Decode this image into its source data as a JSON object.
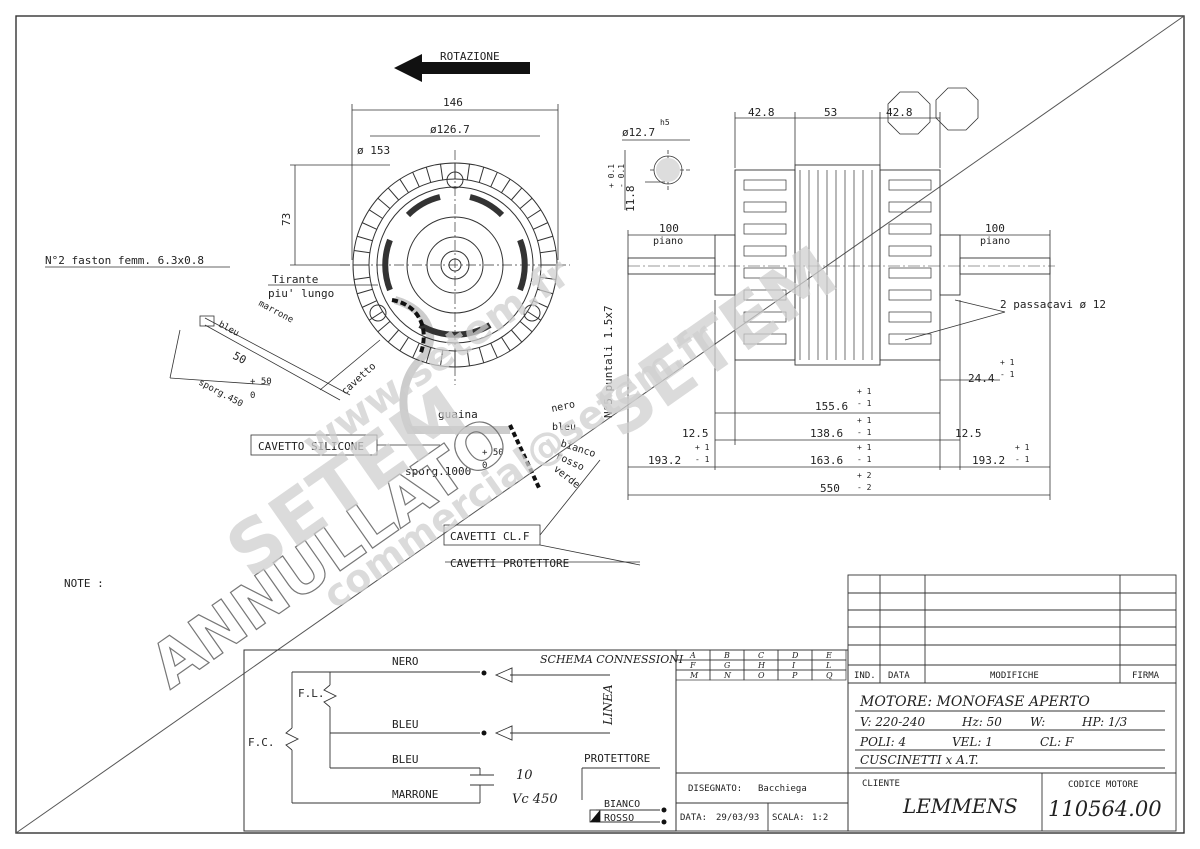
{
  "drawing": {
    "rotation_label": "ROTAZIONE",
    "dims": {
      "d146": "146",
      "d126": "ø126.7",
      "d153": "ø 153",
      "d73": "73",
      "d_shaft": "ø12.7",
      "h5": "h5",
      "tol_p01": "+ 0.1",
      "tol_m01": "- 0.1",
      "d11_8": "11.8",
      "d42a": "42.8",
      "d53": "53",
      "d42b": "42.8",
      "d100a": "100",
      "d100b": "100",
      "d155": "155.6",
      "d138": "138.6",
      "d12a": "12.5",
      "d12b": "12.5",
      "d193a": "193.2",
      "d163": "163.6",
      "d193b": "193.2",
      "d550": "550",
      "d24": "24.4",
      "d50": "50",
      "tol_p1": "+ 1",
      "tol_m1": "- 1",
      "tol_p2": "+ 2",
      "tol_m2": "- 2",
      "tol_p50": "+ 50",
      "tol_0": "0"
    },
    "labels": {
      "piano_a": "piano",
      "piano_b": "piano",
      "faston": "N°2 faston femm. 6.3x0.8",
      "tirante1": "Tirante",
      "tirante2": "piu' lungo",
      "marrone": "marrone",
      "bleu_wire": "bleu",
      "cavetto": "cavetto",
      "sporg450": "sporg.450",
      "guaina": "guaina",
      "nero": "nero",
      "bleu2": "bleu",
      "bianco": "bianco",
      "rosso": "rosso",
      "verde": "verde",
      "sporg1000": "sporg.1000",
      "punte": "N°5 puntali 1.5x7",
      "passacavi": "2 passacavi ø 12",
      "cavetto_silicone": "CAVETTO SILICONE",
      "cavetti_clf": "CAVETTI CL.F",
      "cavetti_prot": "CAVETTI PROTETTORE",
      "note": "NOTE :"
    }
  },
  "schema": {
    "title": "SCHEMA CONNESSIONI",
    "linea": "LINEA",
    "nero": "NERO",
    "bleu1": "BLEU",
    "bleu2": "BLEU",
    "marrone": "MARRONE",
    "fl": "F.L.",
    "fc": "F.C.",
    "cap_value": "10",
    "cap_volt": "Vc 450",
    "protettore": "PROTETTORE",
    "bianco": "BIANCO",
    "rosso": "ROSSO"
  },
  "grid_letters": [
    [
      "A",
      "B",
      "C",
      "D",
      "E"
    ],
    [
      "F",
      "G",
      "H",
      "I",
      "L"
    ],
    [
      "M",
      "N",
      "O",
      "P",
      "Q"
    ]
  ],
  "title_block": {
    "ind": "IND.",
    "data": "DATA",
    "modifiche": "MODIFICHE",
    "firma": "FIRMA",
    "motore": "MOTORE: MONOFASE APERTO",
    "v": "V: 220-240",
    "hz": "Hz: 50",
    "w": "W:",
    "hp": "HP: 1/3",
    "poli": "POLI: 4",
    "vel": "VEL: 1",
    "cl": "CL: F",
    "cuscinetti": "CUSCINETTI x A.T.",
    "cliente_label": "CLIENTE",
    "cliente": "LEMMENS",
    "codice_label": "CODICE MOTORE",
    "codice": "110564.00",
    "disegnato_label": "DISEGNATO:",
    "disegnato": "Bacchiega",
    "data_label": "DATA:",
    "data_value": "29/03/93",
    "scala_label": "SCALA:",
    "scala": "1:2"
  },
  "watermarks": {
    "annullato": "ANNULLATO",
    "www": "www.setem.fr",
    "setem": "SETEM",
    "mail": "commercial@setem.fr"
  }
}
